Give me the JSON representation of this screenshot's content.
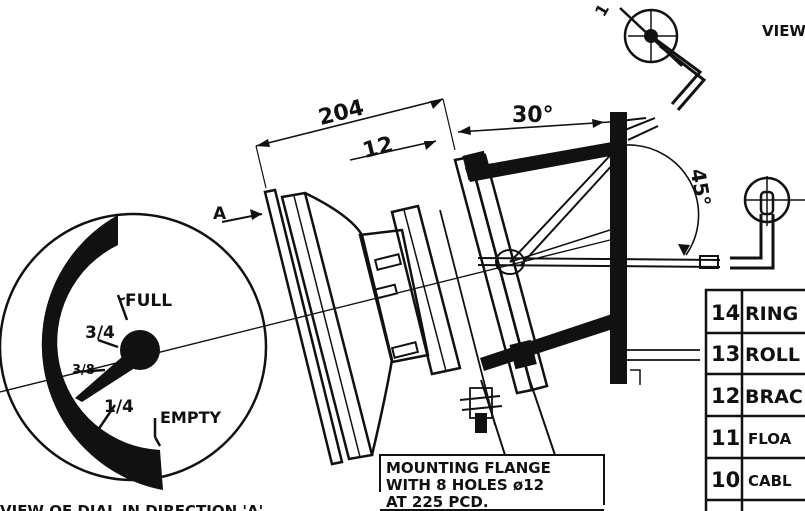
{
  "dimensions": {
    "overall_length": "204",
    "flange_offset": "12",
    "angle_top": "30°",
    "angle_arm": "45°",
    "section_mark": "1"
  },
  "labels": {
    "view_top": "VIEW",
    "view_arrow": "A",
    "mounting_note_line1": "MOUNTING FLANGE",
    "mounting_note_line2": "WITH 8 HOLES ø12",
    "mounting_note_line3": "AT 225 PCD.",
    "bottom_caption": "VIEW OF DIAL IN DIRECTION 'A'"
  },
  "dial": {
    "full": "FULL",
    "three_quarter": "3/4",
    "half": "3/8",
    "quarter": "1/4",
    "empty": "EMPTY"
  },
  "parts_table": [
    {
      "no": "14",
      "name": "RING"
    },
    {
      "no": "13",
      "name": "ROLL"
    },
    {
      "no": "12",
      "name": "BRAC"
    },
    {
      "no": "11",
      "name": "FLOA"
    },
    {
      "no": "10",
      "name": "CABL"
    }
  ]
}
